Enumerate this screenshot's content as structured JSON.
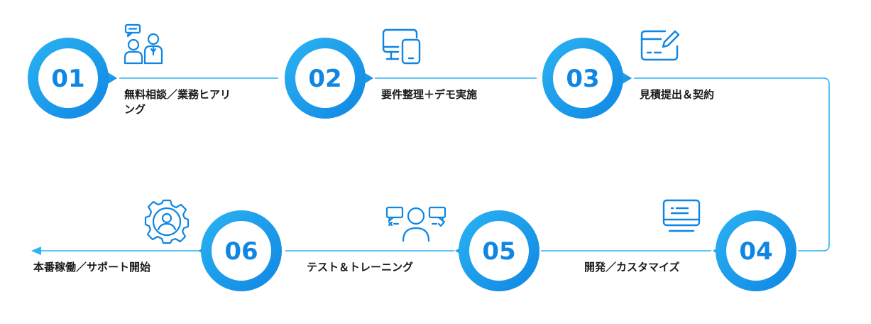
{
  "colors": {
    "accent": "#0f86e3",
    "accent_light": "#2bb3f2",
    "text": "#1a1a1a",
    "background": "#ffffff"
  },
  "steps": [
    {
      "number": "01",
      "label_lines": [
        "無料相談／業務ヒアリ",
        "ング"
      ],
      "icon": "consultation-people-icon"
    },
    {
      "number": "02",
      "label_lines": [
        "要件整理＋デモ実施"
      ],
      "icon": "devices-icon"
    },
    {
      "number": "03",
      "label_lines": [
        "見積提出＆契約"
      ],
      "icon": "contract-edit-icon"
    },
    {
      "number": "04",
      "label_lines": [
        "開発／カスタマイズ"
      ],
      "icon": "monitor-screen-icon"
    },
    {
      "number": "05",
      "label_lines": [
        "テスト＆トレーニング"
      ],
      "icon": "training-person-icon"
    },
    {
      "number": "06",
      "label_lines": [
        "本番稼働／サポート開始"
      ],
      "icon": "support-gear-icon"
    }
  ]
}
